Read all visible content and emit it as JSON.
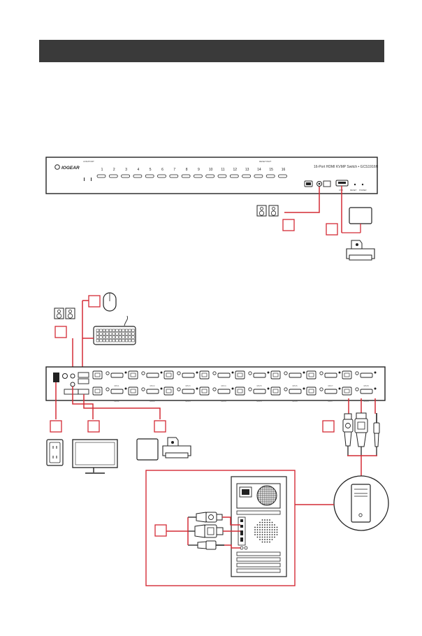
{
  "front_panel": {
    "brand": "IOGEAR",
    "model_text": "16-Port HDMI KVMP Switch • GCS1916H",
    "port_numbers": [
      "1",
      "2",
      "3",
      "4",
      "5",
      "6",
      "7",
      "8",
      "9",
      "10",
      "11",
      "12",
      "13",
      "14",
      "15",
      "16"
    ],
    "group_label_left": "LINK/PORT",
    "group_label_right": "RESET/FWT",
    "usb_label": "USB",
    "reset_label": "RESET",
    "power_label": "POWER"
  },
  "rear_panel": {
    "port_labels": [
      "HDMI",
      "USB",
      "CPU 1",
      "CPU 2",
      "CPU 3",
      "CPU 4",
      "CPU 5",
      "CPU 6",
      "CPU 7",
      "CPU 8"
    ]
  },
  "colors": {
    "callout": "#d42b35",
    "header": "#3a3a3a",
    "line": "#222222"
  }
}
